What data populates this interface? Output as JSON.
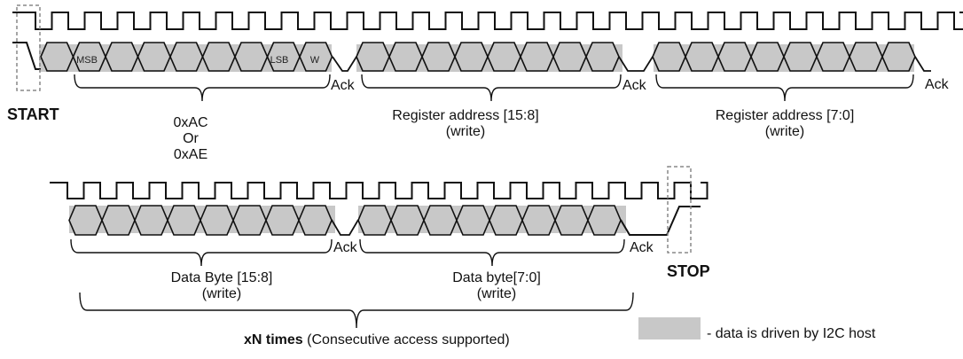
{
  "row1": {
    "start_label": "START",
    "ack_labels": [
      "Ack",
      "Ack",
      "Ack"
    ],
    "byte_markers": {
      "msb": "MSB",
      "lsb": "LSB",
      "rw": "W"
    },
    "group_labels": [
      {
        "lines": [
          "0xAC",
          "Or",
          "0xAE"
        ]
      },
      {
        "lines": [
          "Register address [15:8]",
          "(write)"
        ]
      },
      {
        "lines": [
          "Register address [7:0]",
          "(write)"
        ]
      }
    ]
  },
  "row2": {
    "stop_label": "STOP",
    "ack_labels": [
      "Ack",
      "Ack"
    ],
    "group_labels": [
      {
        "lines": [
          "Data Byte [15:8]",
          "(write)"
        ]
      },
      {
        "lines": [
          "Data byte[7:0]",
          "(write)"
        ]
      }
    ],
    "repeat_bold": "xN times",
    "repeat_note": "(Consecutive access supported)"
  },
  "legend": {
    "text": "- data is driven by I2C host",
    "swatch_color": "#c8c8c8"
  },
  "colors": {
    "host_driven": "#c8c8c8",
    "bit_cell": "#c8c8c8",
    "stroke": "#111111",
    "marker_box": "#888888"
  }
}
